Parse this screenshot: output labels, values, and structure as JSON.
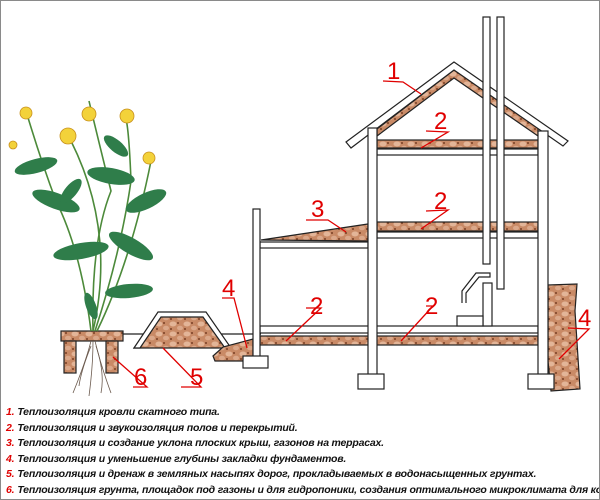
{
  "colors": {
    "label_red": "#e00000",
    "insulation": "#c98a66",
    "leaf": "#2f7d4a",
    "flower": "#f3d23a"
  },
  "callouts": {
    "roof": "1",
    "floor_attic": "2",
    "floor_middle": "2",
    "floor_left": "2",
    "floor_right": "2",
    "terrace": "3",
    "foundation_left": "4",
    "foundation_right": "4",
    "road": "5",
    "ground": "6"
  },
  "legend": [
    {
      "num": "1.",
      "text": "Теплоизоляция кровли скатного типа."
    },
    {
      "num": "2.",
      "text": "Теплоизоляция и звукоизоляция полов и перекрытий."
    },
    {
      "num": "3.",
      "text": "Теплоизоляция и создание уклона плоских крыш, газонов на террасах."
    },
    {
      "num": "4.",
      "text": "Теплоизоляция и уменьшение глубины закладки фундаментов."
    },
    {
      "num": "5.",
      "text": "Теплоизоляция и дренаж в земляных насыпях дорог, прокладываемых в водонасыщенных грунтах."
    },
    {
      "num": "6.",
      "text": "Теплоизоляция грунта, площадок под газоны и для гидропоники, создания оптимального микроклимата для корневой системы растений."
    }
  ]
}
